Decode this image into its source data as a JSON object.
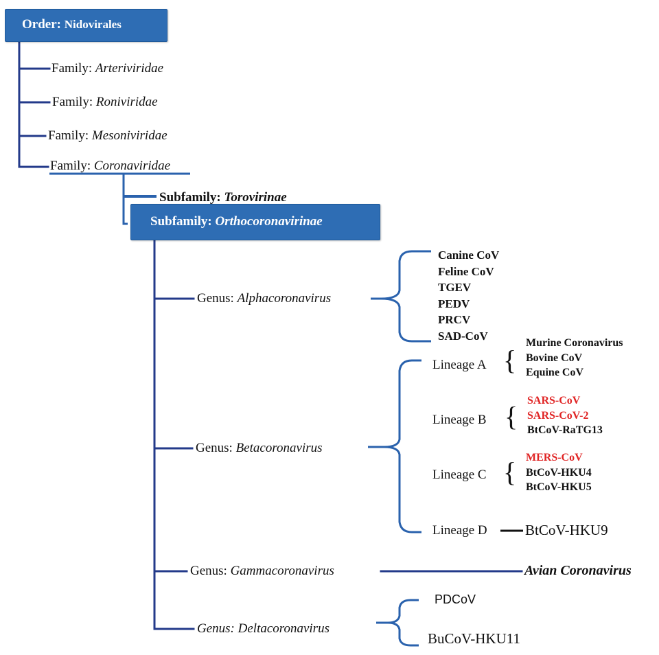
{
  "order": {
    "label": "Order:",
    "name": "Nidovirales"
  },
  "families": [
    {
      "label": "Family:",
      "name": "Arteriviridae"
    },
    {
      "label": "Family:",
      "name": "Roniviridae"
    },
    {
      "label": "Family:",
      "name": "Mesoniviridae"
    },
    {
      "label": "Family:",
      "name": "Coronaviridae"
    }
  ],
  "subfamilies": [
    {
      "label": "Subfamily:",
      "name": "Torovirinae"
    },
    {
      "label": "Subfamily:",
      "name": "Orthocoronavirinae"
    }
  ],
  "genera": [
    {
      "label": "Genus:",
      "name": "Alphacoronavirus",
      "species": [
        "Canine CoV",
        "Feline CoV",
        "TGEV",
        "PEDV",
        "PRCV",
        "SAD-CoV"
      ]
    },
    {
      "label": "Genus:",
      "name": "Betacoronavirus",
      "lineages": [
        {
          "label": "Lineage A",
          "species": [
            {
              "name": "Murine Coronavirus",
              "highlight": false
            },
            {
              "name": "Bovine CoV",
              "highlight": false
            },
            {
              "name": "Equine CoV",
              "highlight": false
            }
          ]
        },
        {
          "label": "Lineage B",
          "species": [
            {
              "name": "SARS-CoV",
              "highlight": true
            },
            {
              "name": "SARS-CoV-2",
              "highlight": true
            },
            {
              "name": "BtCoV-RaTG13",
              "highlight": false
            }
          ]
        },
        {
          "label": "Lineage C",
          "species": [
            {
              "name": "MERS-CoV",
              "highlight": true
            },
            {
              "name": "BtCoV-HKU4",
              "highlight": false
            },
            {
              "name": "BtCoV-HKU5",
              "highlight": false
            }
          ]
        },
        {
          "label": "Lineage D",
          "species": [
            {
              "name": "BtCoV-HKU9",
              "highlight": false
            }
          ]
        }
      ]
    },
    {
      "label": "Genus:",
      "name": "Gammacoronavirus",
      "species": [
        "Avian Coronavirus"
      ]
    },
    {
      "label": "Genus:",
      "name": "Deltacoronavirus",
      "species": [
        "PDCoV",
        "BuCoV-HKU11"
      ]
    }
  ],
  "colors": {
    "box": "#2e6db4",
    "tree_line": "#233a8a",
    "brace": "#2a62ad",
    "highlight": "#e02424"
  }
}
